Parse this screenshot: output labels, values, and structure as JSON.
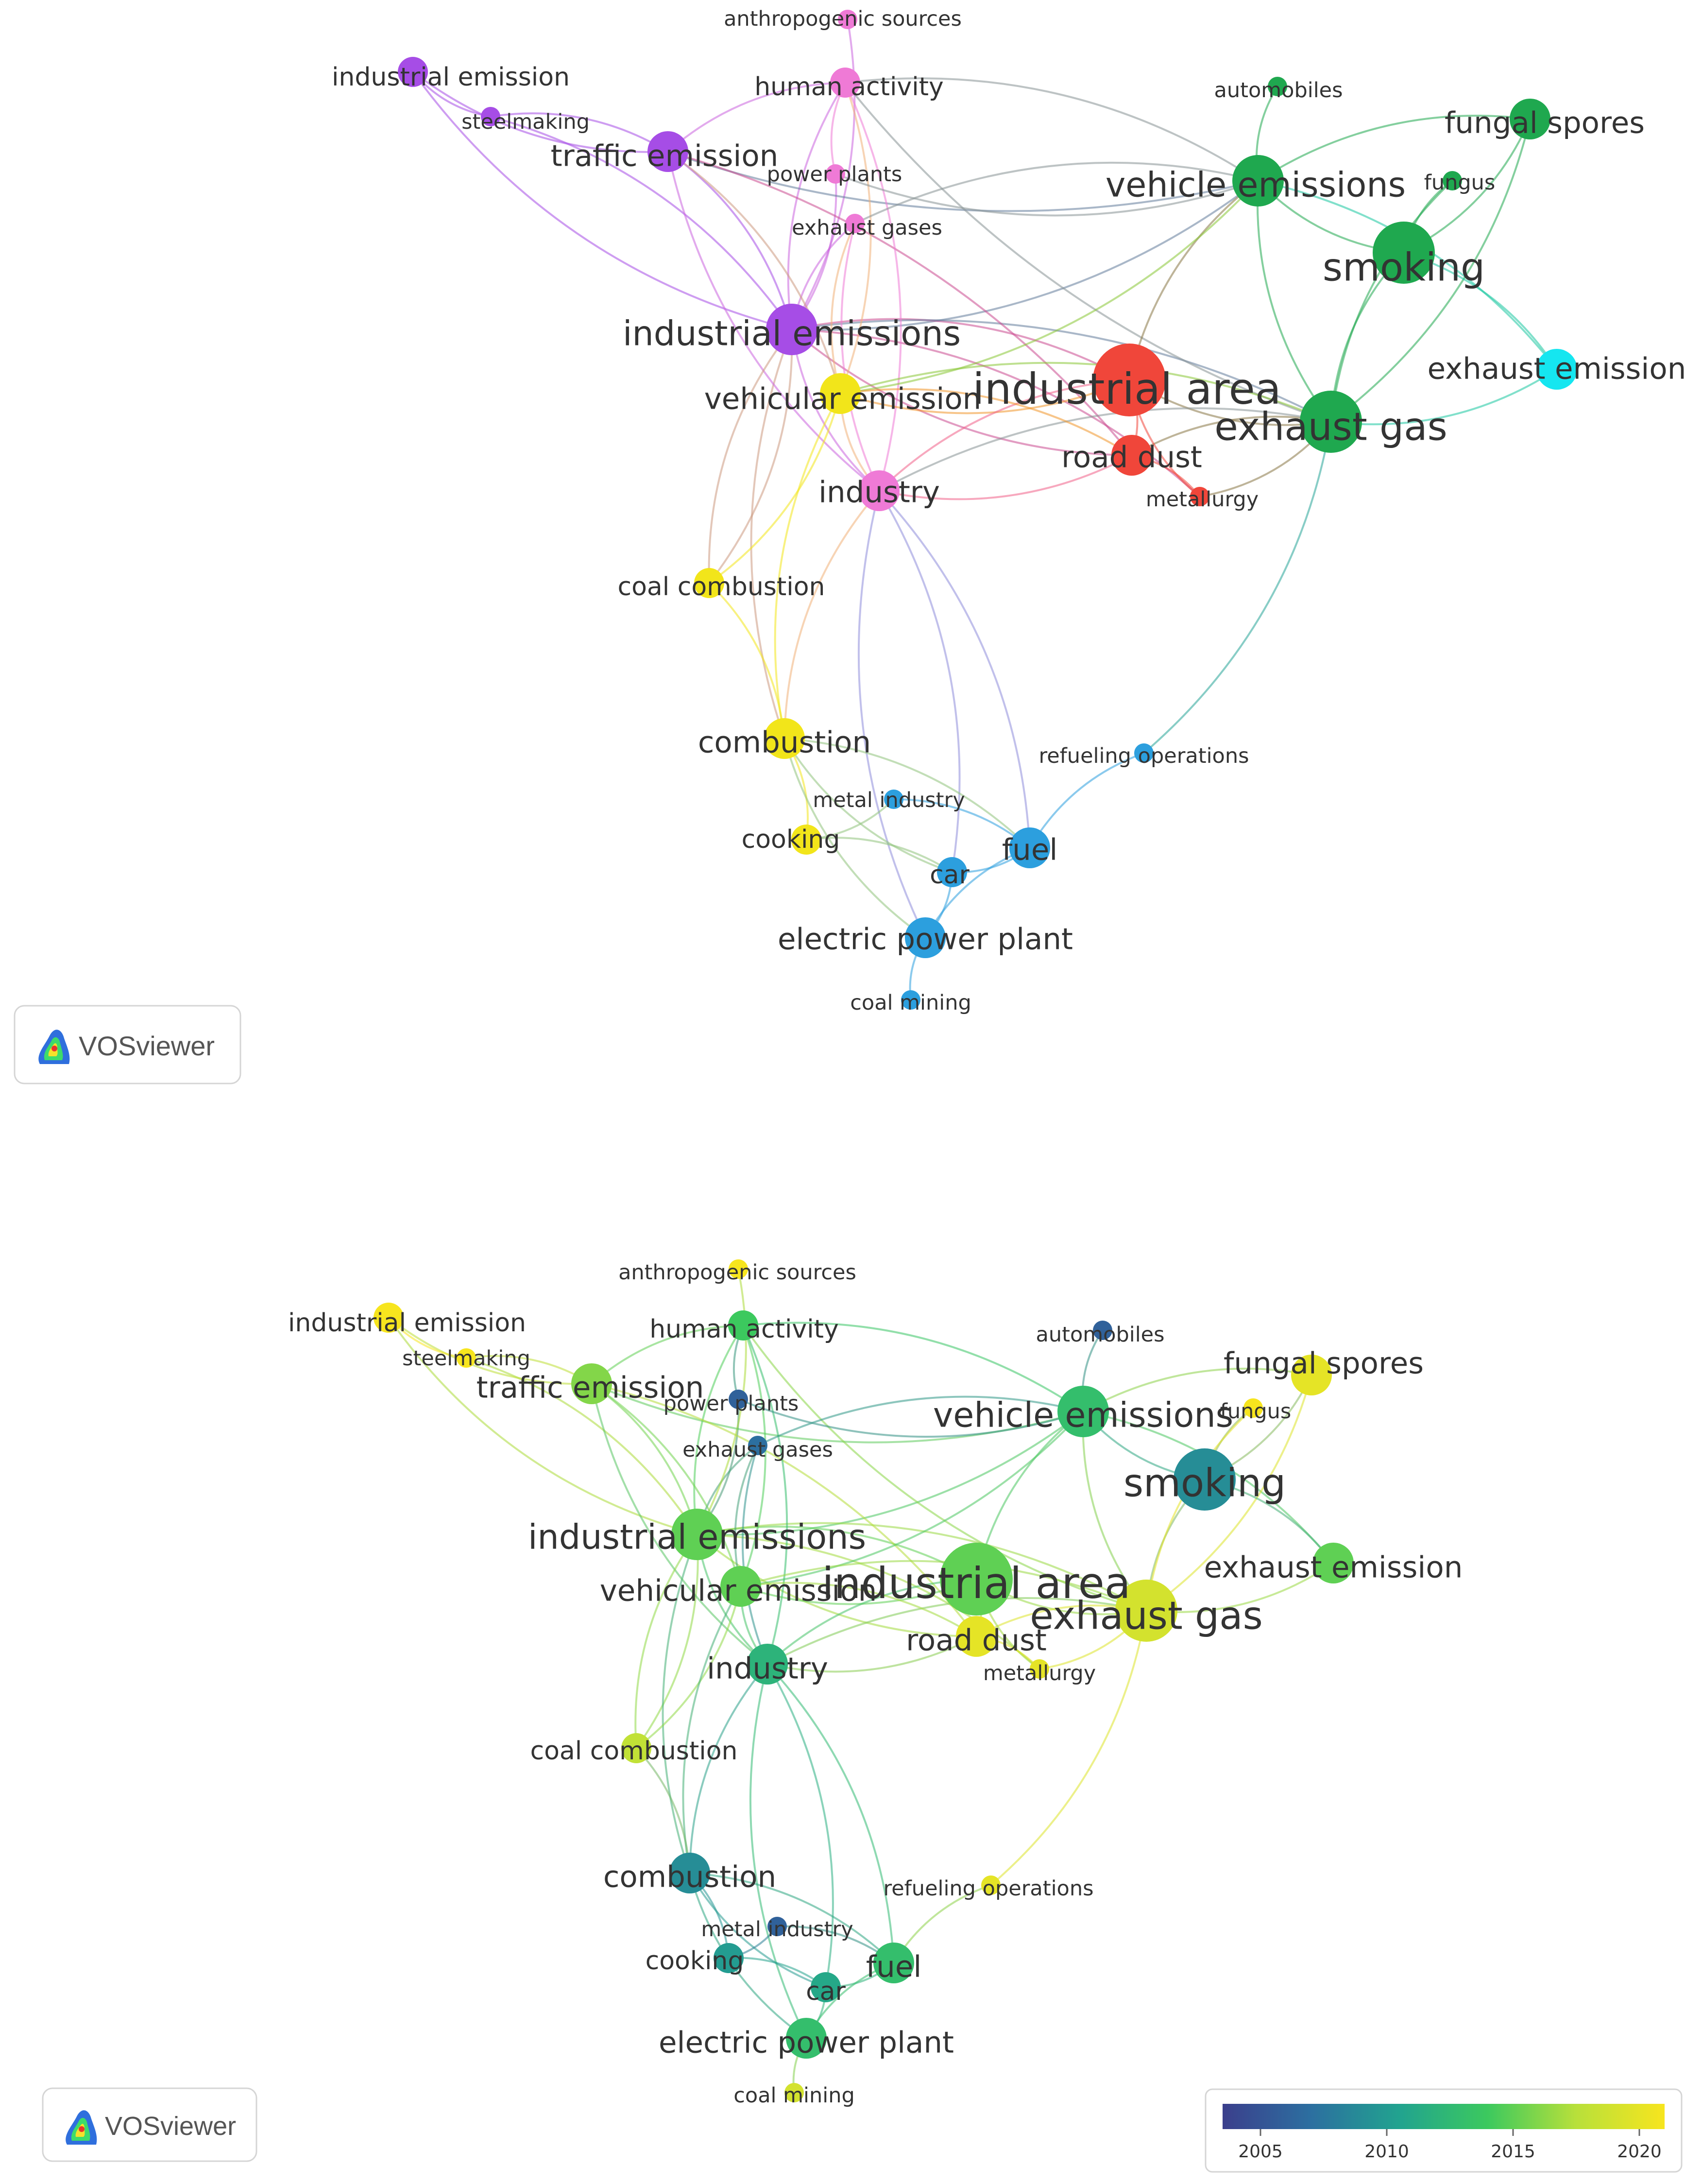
{
  "app": {
    "brand": "VOSviewer",
    "brand_icon": "vosviewer-logo-icon"
  },
  "colorbar": {
    "ticks": [
      "2005",
      "2010",
      "2015",
      "2020"
    ],
    "values": [
      2005,
      2010,
      2015,
      2020
    ],
    "range": [
      2003.5,
      2021
    ],
    "colors": [
      "#3b3f8c",
      "#2c6fa0",
      "#21a38f",
      "#3cc95e",
      "#b8e03a",
      "#f7e51e"
    ]
  },
  "cluster_colors": {
    "red": "#f0463a",
    "green": "#1fa84f",
    "blue": "#2c9fde",
    "yellow": "#f2e51a",
    "purple": "#a64de6",
    "cyan": "#15e6f0",
    "pink": "#ef7ad6"
  },
  "nodes": [
    {
      "id": "anthropogenic",
      "label": "anthropogenic sources",
      "cluster": "pink",
      "year": 2021,
      "weight": 1
    },
    {
      "id": "industrial_emission",
      "label": "industrial emission",
      "cluster": "purple",
      "year": 2021,
      "weight": 2
    },
    {
      "id": "human_activity",
      "label": "human activity",
      "cluster": "pink",
      "year": 2014,
      "weight": 2
    },
    {
      "id": "steelmaking",
      "label": "steelmaking",
      "cluster": "purple",
      "year": 2021,
      "weight": 1
    },
    {
      "id": "traffic_emission",
      "label": "traffic emission",
      "cluster": "purple",
      "year": 2016,
      "weight": 3
    },
    {
      "id": "power_plants",
      "label": "power plants",
      "cluster": "pink",
      "year": 2006,
      "weight": 1
    },
    {
      "id": "exhaust_gases",
      "label": "exhaust gases",
      "cluster": "pink",
      "year": 2007,
      "weight": 1
    },
    {
      "id": "automobiles",
      "label": "automobiles",
      "cluster": "green",
      "year": 2006,
      "weight": 1
    },
    {
      "id": "vehicle_emissions",
      "label": "vehicle emissions",
      "cluster": "green",
      "year": 2013,
      "weight": 4
    },
    {
      "id": "fungal_spores",
      "label": "fungal spores",
      "cluster": "green",
      "year": 2020,
      "weight": 3
    },
    {
      "id": "fungus",
      "label": "fungus",
      "cluster": "green",
      "year": 2021,
      "weight": 1
    },
    {
      "id": "smoking",
      "label": "smoking",
      "cluster": "green",
      "year": 2009,
      "weight": 5
    },
    {
      "id": "industrial_emissions",
      "label": "industrial emissions",
      "cluster": "purple",
      "year": 2015,
      "weight": 4
    },
    {
      "id": "vehicular_emission",
      "label": "vehicular emission",
      "cluster": "yellow",
      "year": 2015,
      "weight": 3
    },
    {
      "id": "industrial_area",
      "label": "industrial area",
      "cluster": "red",
      "year": 2015,
      "weight": 6
    },
    {
      "id": "exhaust_emission",
      "label": "exhaust emission",
      "cluster": "cyan",
      "year": 2015,
      "weight": 3
    },
    {
      "id": "exhaust_gas",
      "label": "exhaust gas",
      "cluster": "green",
      "year": 2019,
      "weight": 5
    },
    {
      "id": "road_dust",
      "label": "road dust",
      "cluster": "red",
      "year": 2020,
      "weight": 3
    },
    {
      "id": "metallurgy",
      "label": "metallurgy",
      "cluster": "red",
      "year": 2020,
      "weight": 1
    },
    {
      "id": "industry",
      "label": "industry",
      "cluster": "pink",
      "year": 2012,
      "weight": 3
    },
    {
      "id": "coal_combustion",
      "label": "coal combustion",
      "cluster": "yellow",
      "year": 2018,
      "weight": 2
    },
    {
      "id": "combustion",
      "label": "combustion",
      "cluster": "yellow",
      "year": 2009,
      "weight": 3
    },
    {
      "id": "refueling",
      "label": "refueling operations",
      "cluster": "blue",
      "year": 2020,
      "weight": 1
    },
    {
      "id": "metal_industry",
      "label": "metal industry",
      "cluster": "blue",
      "year": 2006,
      "weight": 1
    },
    {
      "id": "cooking",
      "label": "cooking",
      "cluster": "yellow",
      "year": 2010,
      "weight": 2
    },
    {
      "id": "fuel",
      "label": "fuel",
      "cluster": "blue",
      "year": 2013,
      "weight": 3
    },
    {
      "id": "car",
      "label": "car",
      "cluster": "blue",
      "year": 2011,
      "weight": 2
    },
    {
      "id": "electric_power_plant",
      "label": "electric power plant",
      "cluster": "blue",
      "year": 2013,
      "weight": 3
    },
    {
      "id": "coal_mining",
      "label": "coal mining",
      "cluster": "blue",
      "year": 2019,
      "weight": 1
    }
  ],
  "edges": [
    [
      "industrial_emissions",
      "traffic_emission"
    ],
    [
      "industrial_emissions",
      "human_activity"
    ],
    [
      "industrial_emissions",
      "power_plants"
    ],
    [
      "industrial_emissions",
      "exhaust_gases"
    ],
    [
      "industrial_emissions",
      "vehicle_emissions"
    ],
    [
      "industrial_emissions",
      "industrial_area"
    ],
    [
      "industrial_emissions",
      "road_dust"
    ],
    [
      "industrial_emissions",
      "exhaust_gas"
    ],
    [
      "industrial_emissions",
      "industry"
    ],
    [
      "industrial_emissions",
      "coal_combustion"
    ],
    [
      "industrial_emissions",
      "combustion"
    ],
    [
      "industrial_emissions",
      "industrial_emission"
    ],
    [
      "industrial_emissions",
      "steelmaking"
    ],
    [
      "industrial_emissions",
      "metallurgy"
    ],
    [
      "industrial_emissions",
      "anthropogenic"
    ],
    [
      "traffic_emission",
      "industrial_emission"
    ],
    [
      "traffic_emission",
      "steelmaking"
    ],
    [
      "traffic_emission",
      "human_activity"
    ],
    [
      "traffic_emission",
      "vehicle_emissions"
    ],
    [
      "traffic_emission",
      "vehicular_emission"
    ],
    [
      "traffic_emission",
      "industry"
    ],
    [
      "traffic_emission",
      "road_dust"
    ],
    [
      "industrial_emission",
      "steelmaking"
    ],
    [
      "human_activity",
      "vehicle_emissions"
    ],
    [
      "human_activity",
      "exhaust_gas"
    ],
    [
      "human_activity",
      "industry"
    ],
    [
      "human_activity",
      "power_plants"
    ],
    [
      "human_activity",
      "vehicular_emission"
    ],
    [
      "power_plants",
      "vehicle_emissions"
    ],
    [
      "exhaust_gases",
      "vehicle_emissions"
    ],
    [
      "exhaust_gases",
      "industry"
    ],
    [
      "vehicle_emissions",
      "automobiles"
    ],
    [
      "vehicle_emissions",
      "smoking"
    ],
    [
      "vehicle_emissions",
      "fungal_spores"
    ],
    [
      "vehicle_emissions",
      "exhaust_gas"
    ],
    [
      "vehicle_emissions",
      "exhaust_emission"
    ],
    [
      "vehicle_emissions",
      "industrial_area"
    ],
    [
      "vehicle_emissions",
      "vehicular_emission"
    ],
    [
      "smoking",
      "fungal_spores"
    ],
    [
      "smoking",
      "fungus"
    ],
    [
      "smoking",
      "exhaust_gas"
    ],
    [
      "fungal_spores",
      "exhaust_gas"
    ],
    [
      "fungus",
      "exhaust_gas"
    ],
    [
      "exhaust_emission",
      "exhaust_gas"
    ],
    [
      "exhaust_emission",
      "smoking"
    ],
    [
      "exhaust_gas",
      "industrial_area"
    ],
    [
      "exhaust_gas",
      "road_dust"
    ],
    [
      "exhaust_gas",
      "metallurgy"
    ],
    [
      "exhaust_gas",
      "vehicular_emission"
    ],
    [
      "exhaust_gas",
      "refueling"
    ],
    [
      "exhaust_gas",
      "industry"
    ],
    [
      "industrial_area",
      "road_dust"
    ],
    [
      "industrial_area",
      "metallurgy"
    ],
    [
      "industrial_area",
      "vehicular_emission"
    ],
    [
      "industrial_area",
      "industry"
    ],
    [
      "road_dust",
      "metallurgy"
    ],
    [
      "road_dust",
      "vehicular_emission"
    ],
    [
      "road_dust",
      "industry"
    ],
    [
      "vehicular_emission",
      "industry"
    ],
    [
      "vehicular_emission",
      "coal_combustion"
    ],
    [
      "vehicular_emission",
      "combustion"
    ],
    [
      "vehicular_emission",
      "exhaust_gases"
    ],
    [
      "industry",
      "combustion"
    ],
    [
      "industry",
      "car"
    ],
    [
      "industry",
      "electric_power_plant"
    ],
    [
      "industry",
      "fuel"
    ],
    [
      "combustion",
      "coal_combustion"
    ],
    [
      "combustion",
      "cooking"
    ],
    [
      "combustion",
      "car"
    ],
    [
      "combustion",
      "fuel"
    ],
    [
      "combustion",
      "electric_power_plant"
    ],
    [
      "cooking",
      "car"
    ],
    [
      "cooking",
      "metal_industry"
    ],
    [
      "metal_industry",
      "fuel"
    ],
    [
      "car",
      "fuel"
    ],
    [
      "car",
      "electric_power_plant"
    ],
    [
      "fuel",
      "electric_power_plant"
    ],
    [
      "fuel",
      "refueling"
    ],
    [
      "electric_power_plant",
      "coal_mining"
    ],
    [
      "coal_combustion",
      "industrial_emissions"
    ]
  ]
}
